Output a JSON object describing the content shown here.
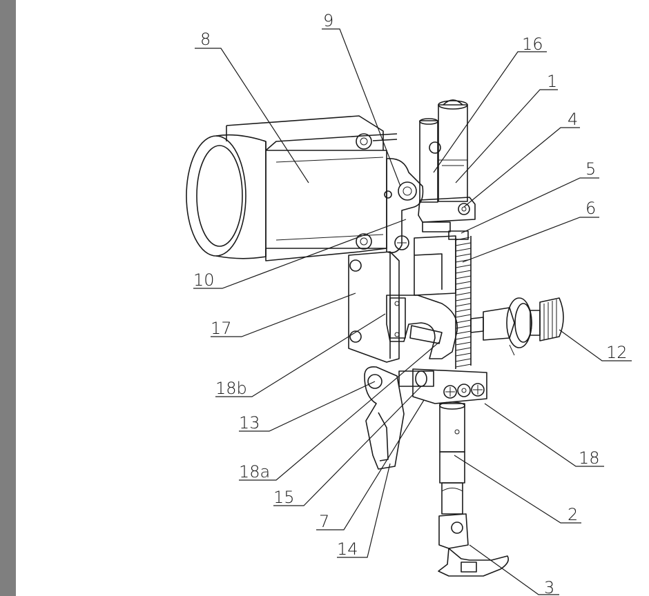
{
  "diagram": {
    "colors": {
      "line": "#1a1a1a",
      "background": "#ffffff",
      "side_bar": "#7f7f7f"
    },
    "callouts": [
      {
        "id": "c1",
        "label": "1"
      },
      {
        "id": "c2",
        "label": "2"
      },
      {
        "id": "c3",
        "label": "3"
      },
      {
        "id": "c4",
        "label": "4"
      },
      {
        "id": "c5",
        "label": "5"
      },
      {
        "id": "c6",
        "label": "6"
      },
      {
        "id": "c7",
        "label": "7"
      },
      {
        "id": "c8",
        "label": "8"
      },
      {
        "id": "c9",
        "label": "9"
      },
      {
        "id": "c10",
        "label": "10"
      },
      {
        "id": "c12",
        "label": "12"
      },
      {
        "id": "c13",
        "label": "13"
      },
      {
        "id": "c14",
        "label": "14"
      },
      {
        "id": "c15",
        "label": "15"
      },
      {
        "id": "c16",
        "label": "16"
      },
      {
        "id": "c17",
        "label": "17"
      },
      {
        "id": "c18",
        "label": "18"
      },
      {
        "id": "c18a",
        "label": "18a"
      },
      {
        "id": "c18b",
        "label": "18b"
      }
    ]
  }
}
